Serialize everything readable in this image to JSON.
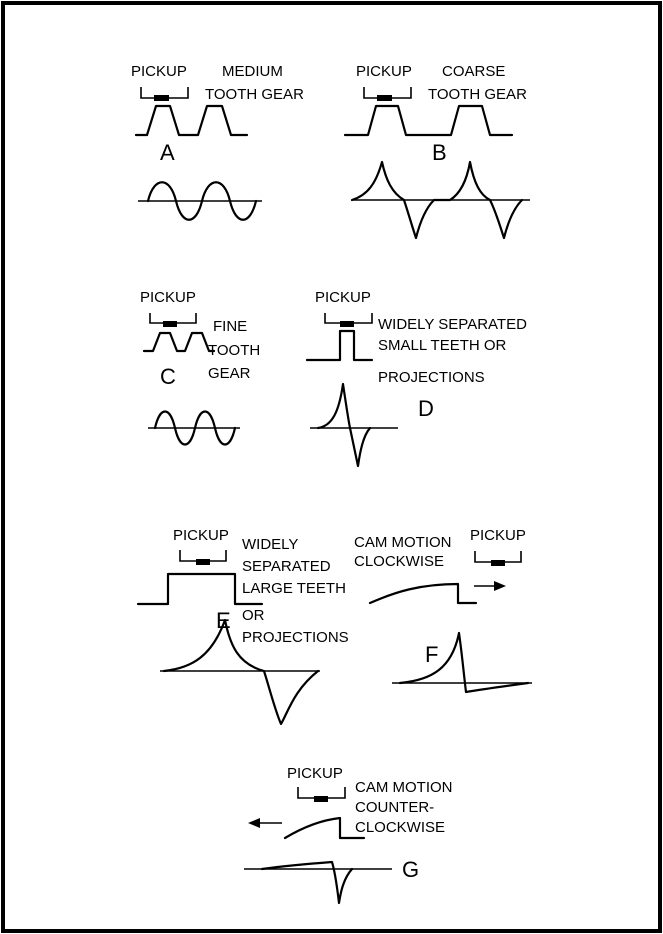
{
  "panels": {
    "a": {
      "letter": "A",
      "pickup": "PICKUP",
      "gear_line1": "MEDIUM",
      "gear_line2": "TOOTH GEAR"
    },
    "b": {
      "letter": "B",
      "pickup": "PICKUP",
      "gear_line1": "COARSE",
      "gear_line2": "TOOTH GEAR"
    },
    "c": {
      "letter": "C",
      "pickup": "PICKUP",
      "gear_line1": "FINE",
      "gear_line2": "TOOTH",
      "gear_line3": "GEAR"
    },
    "d": {
      "letter": "D",
      "pickup": "PICKUP",
      "desc_line1": "WIDELY SEPARATED",
      "desc_line2": "SMALL TEETH OR",
      "desc_line3": "PROJECTIONS"
    },
    "e": {
      "letter": "E",
      "pickup": "PICKUP",
      "desc_line1": "WIDELY",
      "desc_line2": "SEPARATED",
      "desc_line3": "LARGE TEETH",
      "desc_line4": "OR",
      "desc_line5": "PROJECTIONS"
    },
    "f": {
      "letter": "F",
      "pickup": "PICKUP",
      "cam_line1": "CAM MOTION",
      "cam_line2": "CLOCKWISE"
    },
    "g": {
      "letter": "G",
      "pickup": "PICKUP",
      "cam_line1": "CAM MOTION",
      "cam_line2": "COUNTER-",
      "cam_line3": "CLOCKWISE"
    }
  }
}
